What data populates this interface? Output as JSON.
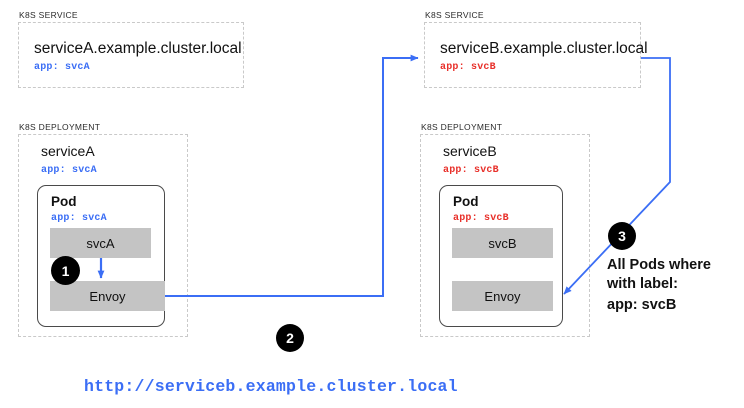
{
  "diagram": {
    "title": "Kubernetes service-to-service traffic via Envoy sidecars",
    "accent_blue": "#3b6ef5",
    "accent_red": "#e8302a",
    "container_gray": "#c4c4c4"
  },
  "left": {
    "service": {
      "group_label": "K8S SERVICE",
      "name": "serviceA.example.cluster.local",
      "label": "app: svcA",
      "label_color": "#3b6ef5"
    },
    "deployment": {
      "group_label": "K8S DEPLOYMENT",
      "name": "serviceA",
      "label": "app: svcA",
      "label_color": "#3b6ef5",
      "pod": {
        "title": "Pod",
        "label": "app: svcA",
        "label_color": "#3b6ef5",
        "containers": [
          "svcA",
          "Envoy"
        ]
      }
    }
  },
  "right": {
    "service": {
      "group_label": "K8S SERVICE",
      "name": "serviceB.example.cluster.local",
      "label": "app: svcB",
      "label_color": "#e8302a"
    },
    "deployment": {
      "group_label": "K8S DEPLOYMENT",
      "name": "serviceB",
      "label": "app: svcB",
      "label_color": "#e8302a",
      "pod": {
        "title": "Pod",
        "label": "app: svcB",
        "label_color": "#e8302a",
        "containers": [
          "svcB",
          "Envoy"
        ]
      }
    }
  },
  "badges": [
    {
      "number": "1"
    },
    {
      "number": "2"
    },
    {
      "number": "3"
    }
  ],
  "annotation": {
    "line1": "All Pods where",
    "line2": "with label:",
    "line3": "app: svcB"
  },
  "footer": {
    "url": "http://serviceb.example.cluster.local"
  }
}
